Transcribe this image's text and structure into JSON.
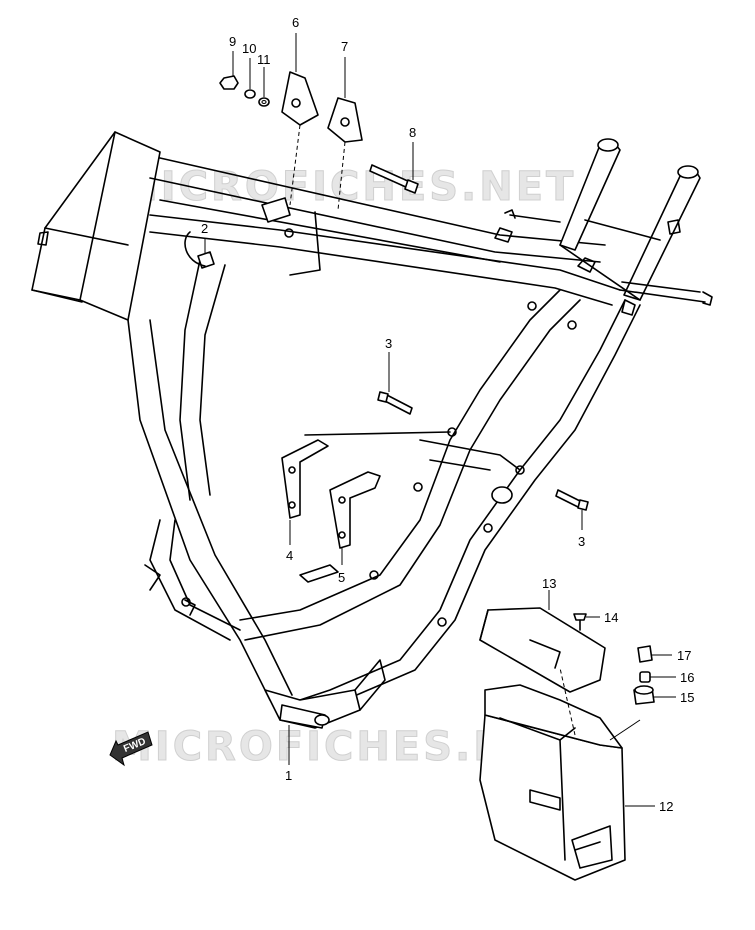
{
  "watermark": "MICROFICHES.NET",
  "fwd_label": "FWD",
  "callouts": [
    {
      "id": "c1",
      "text": "1"
    },
    {
      "id": "c2",
      "text": "2"
    },
    {
      "id": "c3a",
      "text": "3"
    },
    {
      "id": "c3b",
      "text": "3"
    },
    {
      "id": "c4",
      "text": "4"
    },
    {
      "id": "c5",
      "text": "5"
    },
    {
      "id": "c6",
      "text": "6"
    },
    {
      "id": "c7",
      "text": "7"
    },
    {
      "id": "c8",
      "text": "8"
    },
    {
      "id": "c9",
      "text": "9"
    },
    {
      "id": "c10",
      "text": "10"
    },
    {
      "id": "c11",
      "text": "11"
    },
    {
      "id": "c12",
      "text": "12"
    },
    {
      "id": "c13",
      "text": "13"
    },
    {
      "id": "c14",
      "text": "14"
    },
    {
      "id": "c15",
      "text": "15"
    },
    {
      "id": "c16",
      "text": "16"
    },
    {
      "id": "c17",
      "text": "17"
    }
  ]
}
